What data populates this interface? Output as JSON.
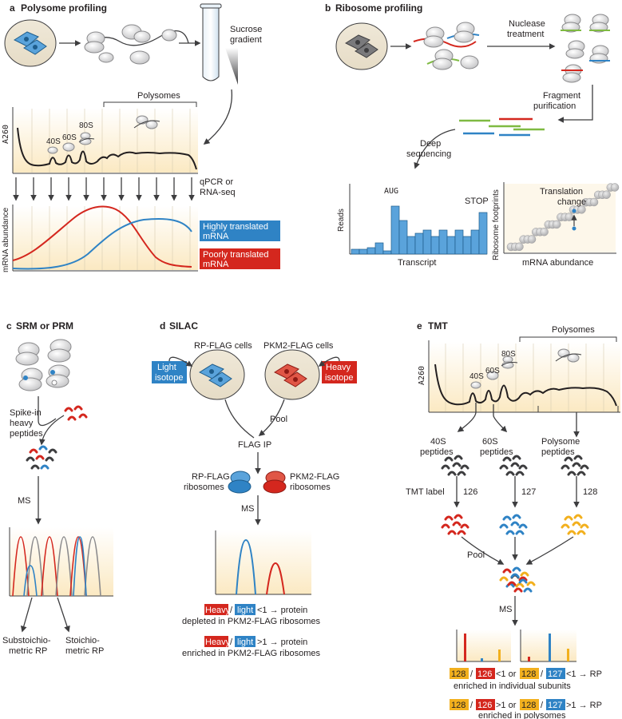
{
  "colors": {
    "blue": "#2f83c5",
    "red": "#d4271e",
    "yellow": "#f2b01e",
    "dark": "#3d3d3f",
    "grey": "#c7c7c9",
    "cream": "#fdf1d8",
    "cellBlue": "#5aa3db",
    "cellRed": "#e05646"
  },
  "panel_a": {
    "letter": "a",
    "title": "Polysome profiling",
    "sucrose": [
      "Sucrose",
      "gradient"
    ],
    "polysomes": "Polysomes",
    "ylabel": "A260",
    "s40": "40S",
    "s60": "60S",
    "s80": "80S",
    "qpcr": [
      "qPCR or",
      "RNA-seq"
    ],
    "ylabel2": "mRNA abundance",
    "high": [
      "Highly translated",
      "mRNA"
    ],
    "poor": [
      "Poorly translated",
      "mRNA"
    ]
  },
  "panel_b": {
    "letter": "b",
    "title": "Ribosome profiling",
    "nuclease": [
      "Nuclease",
      "treatment"
    ],
    "fragment": [
      "Fragment",
      "purification"
    ],
    "deep": [
      "Deep",
      "sequencing"
    ],
    "reads": "Reads",
    "aug": "AUG",
    "stop": "STOP",
    "transcript": "Transcript",
    "footprints": "Ribosome footprints",
    "translation": [
      "Translation",
      "change"
    ],
    "mrna_abundance": "mRNA abundance"
  },
  "panel_c": {
    "letter": "c",
    "title": "SRM or PRM",
    "spike": [
      "Spike-in",
      "heavy",
      "peptides"
    ],
    "ms": "MS",
    "sub": [
      "Substoichio-",
      "metric RP"
    ],
    "stoich": [
      "Stoichio-",
      "metric RP"
    ]
  },
  "panel_d": {
    "letter": "d",
    "title": "SILAC",
    "rp_cells": "RP-FLAG cells",
    "pkm2_cells": "PKM2-FLAG cells",
    "light": [
      "Light",
      "isotope"
    ],
    "heavy": [
      "Heavy",
      "isotope"
    ],
    "pool": "Pool",
    "flag_ip": "FLAG IP",
    "rp_rib": [
      "RP-FLAG",
      "ribosomes"
    ],
    "pkm2_rib": [
      "PKM2-FLAG",
      "ribosomes"
    ],
    "ms": "MS",
    "heavy_word": "Heavy",
    "slash": "/",
    "light_word": "light",
    "lt1": "<1 → protein",
    "lt1_b": "depleted in PKM2-FLAG ribosomes",
    "gt1": ">1 → protein",
    "gt1_b": "enriched in PKM2-FLAG ribosomes"
  },
  "panel_e": {
    "letter": "e",
    "title": "TMT",
    "polysomes": "Polysomes",
    "ylabel": "A260",
    "s40": "40S",
    "s60": "60S",
    "s80": "80S",
    "p40": [
      "40S",
      "peptides"
    ],
    "p60": [
      "60S",
      "peptides"
    ],
    "ppoly": [
      "Polysome",
      "peptides"
    ],
    "tmt_label": "TMT label",
    "l126": "126",
    "l127": "127",
    "l128": "128",
    "pool": "Pool",
    "ms": "MS",
    "slash": "/",
    "lt1": "<1 or",
    "lt1_end": "<1 → RP",
    "lt1_b": "enriched in individual subunits",
    "gt1": ">1 or",
    "gt1_end": ">1 → RP",
    "gt1_b": "enriched in polysomes"
  }
}
